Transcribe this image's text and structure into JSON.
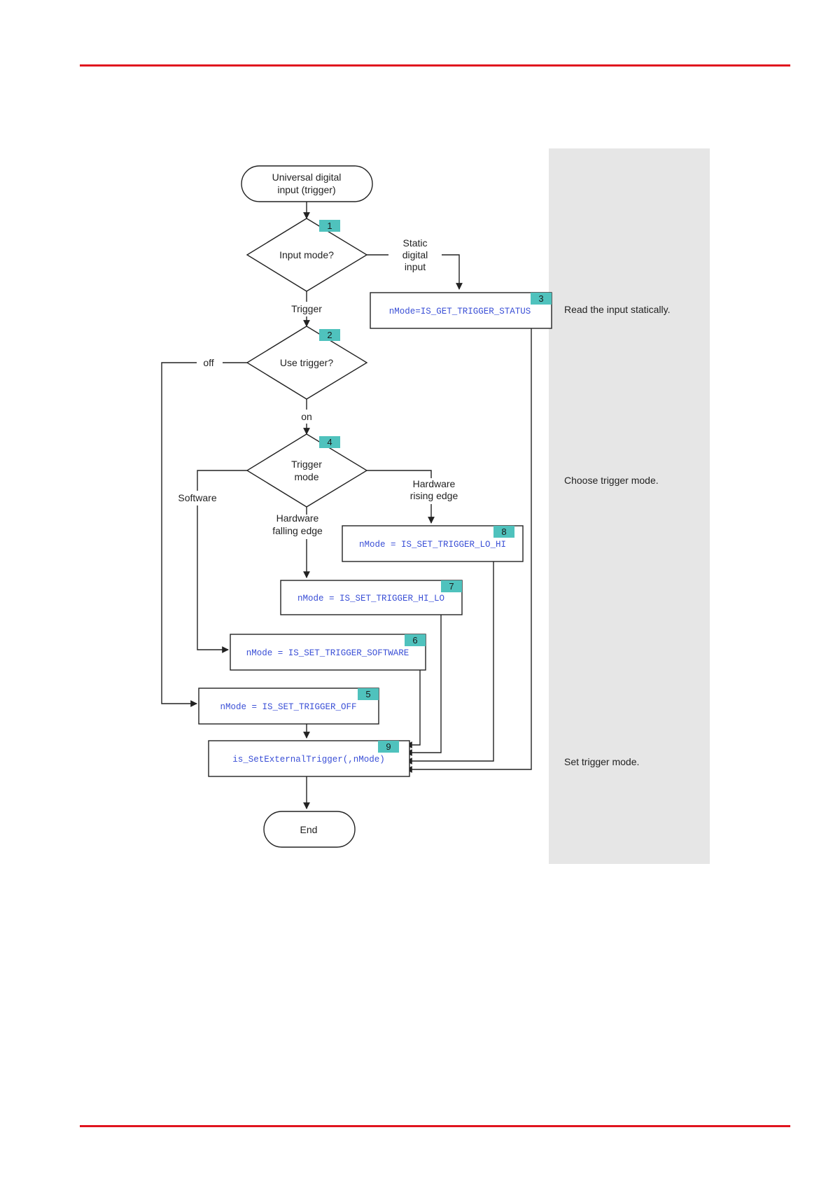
{
  "colors": {
    "rule": "#e0141e",
    "panel": "#e6e6e6",
    "badge": "#4fc2bd",
    "code": "#3a4fd6",
    "line": "#222222"
  },
  "terminals": {
    "start": [
      "Universal digital",
      "input (trigger)"
    ],
    "end": "End"
  },
  "decisions": {
    "d1": [
      "Input mode?"
    ],
    "d2": [
      "Use trigger?"
    ],
    "d4": [
      "Trigger",
      "mode"
    ]
  },
  "badges": {
    "b1": "1",
    "b2": "2",
    "b3": "3",
    "b4": "4",
    "b5": "5",
    "b6": "6",
    "b7": "7",
    "b8": "8",
    "b9": "9"
  },
  "code_boxes": {
    "status": "nMode=IS_GET_TRIGGER_STATUS",
    "lo_hi": "nMode = IS_SET_TRIGGER_LO_HI",
    "hi_lo": "nMode = IS_SET_TRIGGER_HI_LO",
    "software": "nMode = IS_SET_TRIGGER_SOFTWARE",
    "off": "nMode = IS_SET_TRIGGER_OFF",
    "set_external": "is_SetExternalTrigger(,nMode)"
  },
  "edge_labels": {
    "static": [
      "Static",
      "digital",
      "input"
    ],
    "trigger": "Trigger",
    "off": "off",
    "on": "on",
    "software": "Software",
    "hw_rising": [
      "Hardware",
      "rising edge"
    ],
    "hw_falling": [
      "Hardware",
      "falling edge"
    ]
  },
  "descriptions": {
    "read_input": "Read the input statically.",
    "choose_mode": "Choose trigger mode.",
    "set_mode": "Set trigger mode."
  }
}
